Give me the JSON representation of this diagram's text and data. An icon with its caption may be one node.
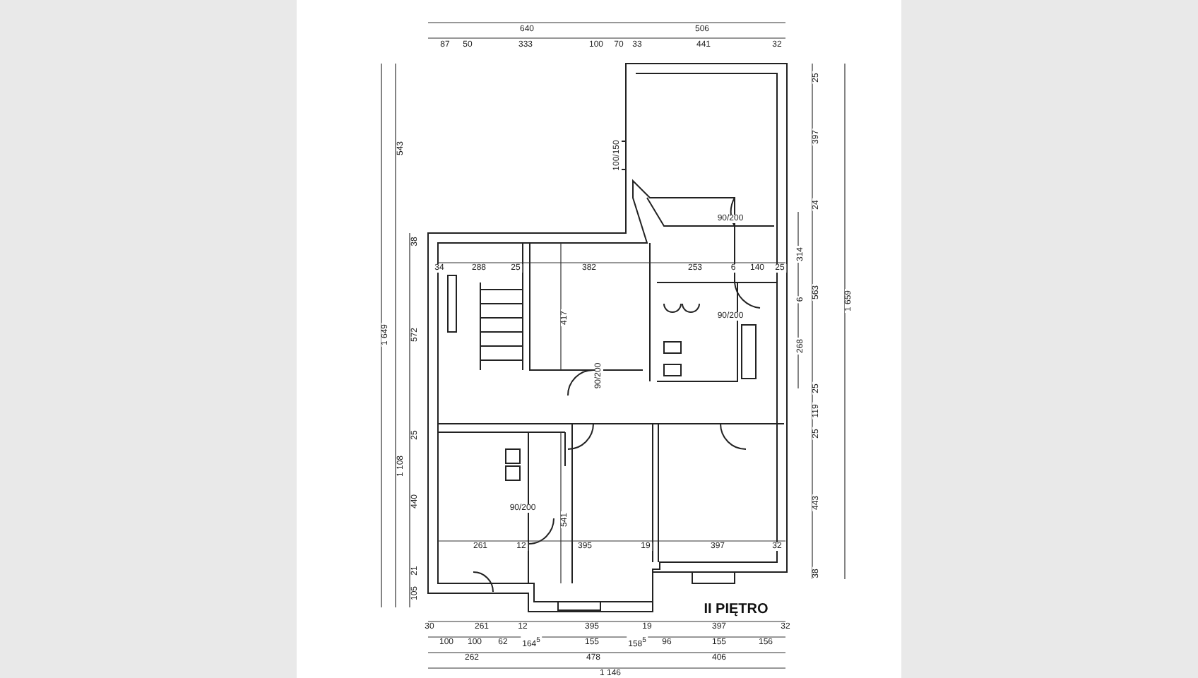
{
  "diagram": {
    "title": "II PIĘTRO",
    "labels": [
      "640",
      "506",
      "87",
      "50",
      "333",
      "100",
      "70",
      "33",
      "441",
      "32",
      "1 649",
      "543",
      "1 108",
      "38",
      "572",
      "25",
      "440",
      "21",
      "105",
      "25",
      "397",
      "24",
      "314",
      "6",
      "268",
      "563",
      "25",
      "119",
      "25",
      "443",
      "38",
      "1 659",
      "100/150",
      "34",
      "288",
      "25",
      "382",
      "253",
      "6",
      "140",
      "25",
      "90/200",
      "90/200",
      "417",
      "90/200",
      "541",
      "90/200",
      "261",
      "12",
      "395",
      "19",
      "397",
      "32",
      "30",
      "261",
      "12",
      "395",
      "19",
      "397",
      "32",
      "100",
      "100",
      "62",
      "164$^{5}$",
      "155",
      "158$^{5}$",
      "96",
      "155",
      "156",
      "262",
      "478",
      "406",
      "1 146"
    ]
  }
}
